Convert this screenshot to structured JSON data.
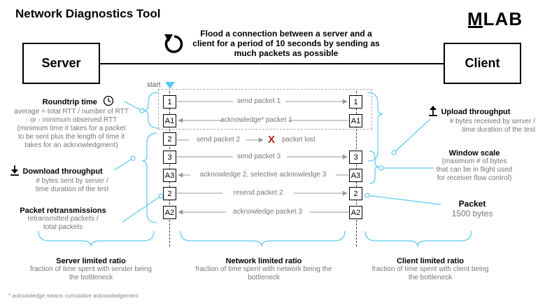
{
  "title": "Network Diagnostics Tool",
  "logo": {
    "first": "M",
    "rest": "LAB"
  },
  "flood_description": "Flood a connection between a server and a client for a period of 10 seconds by sending as much packets as possible",
  "server_label": "Server",
  "client_label": "Client",
  "start_label": "start",
  "rows": [
    {
      "left": "1",
      "right": "1",
      "label": "send packet 1",
      "dir": "right"
    },
    {
      "left": "A1",
      "right": "A1",
      "label": "acknowledge* packet 1",
      "dir": "left"
    },
    {
      "left": "2",
      "right": "",
      "label": "send packet 2",
      "lost_label": "packet lost",
      "lost_mark": "X",
      "dir": "lost"
    },
    {
      "left": "3",
      "right": "3",
      "label": "send packet 3",
      "dir": "right"
    },
    {
      "left": "A3",
      "right": "A3",
      "label": "acknowledge 2, selective acknowledge 3",
      "dir": "left"
    },
    {
      "left": "2",
      "right": "2",
      "label": "resend packet 2",
      "dir": "right"
    },
    {
      "left": "A2",
      "right": "A2",
      "label": "acknowledge packet 3",
      "dir": "left"
    }
  ],
  "roundtrip": {
    "title": "Roundtrip time",
    "lines": [
      "average = total RTT / number of RTT",
      "- or - minimum observed RTT",
      "(minimum time it takes for a packet",
      "to be sent plus the length of time it",
      "takes for an acknowledgment)"
    ]
  },
  "download": {
    "title": "Download throughput",
    "lines": [
      "# bytes sent by server  /",
      "time duration of the test"
    ]
  },
  "retransmissions": {
    "title": "Packet retransmissions",
    "lines": [
      "retransmitted packets /",
      "total packets"
    ]
  },
  "upload": {
    "title": "Upload throughput",
    "lines": [
      "# bytes received by server /",
      "time duration of the test"
    ]
  },
  "window_scale": {
    "title": "Window scale",
    "lines": [
      "(maximum # of bytes",
      "that can be in flight used",
      "for receiver flow control)"
    ]
  },
  "packet": {
    "title": "Packet",
    "lines": [
      "1500 bytes"
    ]
  },
  "server_ratio": {
    "title": "Server limited ratio",
    "lines": [
      "fraction of time spent with sender being",
      "the bottleneck"
    ]
  },
  "network_ratio": {
    "title": "Network limited ratio",
    "lines": [
      "fraction of time spent with network being the",
      "bottleneck"
    ]
  },
  "client_ratio": {
    "title": "Client limited ratio",
    "lines": [
      "fraction of time spent with client being",
      "the bottleneck"
    ]
  },
  "footnote": "* acknowledge means cumulative acknowledgement",
  "colors": {
    "accent": "#5bc8f0",
    "lost": "#b01e1e",
    "muted": "#777777"
  },
  "icons": [
    "refresh-icon",
    "clock-icon",
    "download-icon",
    "upload-icon",
    "arrow-right-icon",
    "arrow-left-icon"
  ]
}
